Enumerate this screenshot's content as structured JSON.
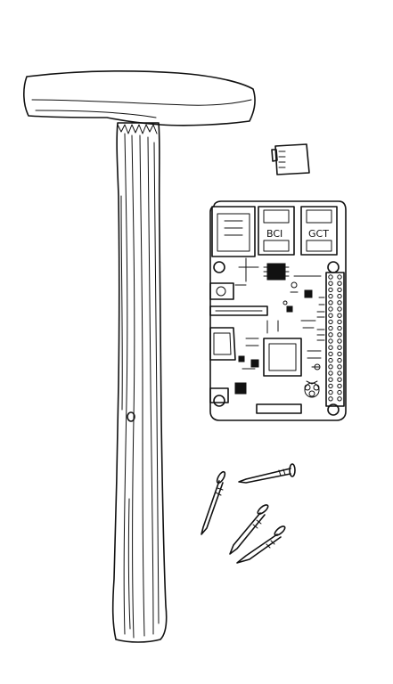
{
  "scene": {
    "background": "#ffffff",
    "ink_color": "#111111",
    "objects": [
      "hammer",
      "microsd-card",
      "raspberry-pi-board",
      "nails"
    ]
  },
  "board": {
    "usb_label_left": "BCI",
    "usb_label_right": "GCT"
  }
}
